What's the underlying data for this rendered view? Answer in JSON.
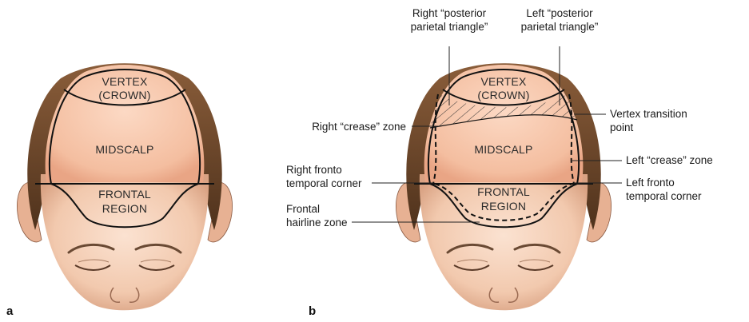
{
  "panels": {
    "a": "a",
    "b": "b"
  },
  "panel_a": {
    "vertex": [
      "VERTEX",
      "(CROWN)"
    ],
    "midscalp": "MIDSCALP",
    "frontal": [
      "FRONTAL",
      "REGION"
    ]
  },
  "panel_b": {
    "vertex": [
      "VERTEX",
      "(CROWN)"
    ],
    "midscalp": "MIDSCALP",
    "frontal": [
      "FRONTAL",
      "REGION"
    ],
    "callouts": {
      "right_posterior": [
        "Right “posterior",
        "parietal triangle”"
      ],
      "left_posterior": [
        "Left “posterior",
        "parietal triangle”"
      ],
      "right_crease": [
        "Right “crease” zone"
      ],
      "right_fronto": [
        "Right fronto",
        "temporal corner"
      ],
      "frontal_hairline": [
        "Frontal",
        "hairline zone"
      ],
      "vertex_transition": [
        "Vertex transition",
        "point"
      ],
      "left_crease": [
        "Left “crease” zone"
      ],
      "left_fronto": [
        "Left fronto",
        "temporal corner"
      ]
    }
  },
  "colors": {
    "skin": "#f2cdb5",
    "scalp": "#f7c2a6",
    "hair": "#6b4528",
    "outline": "#111111"
  }
}
